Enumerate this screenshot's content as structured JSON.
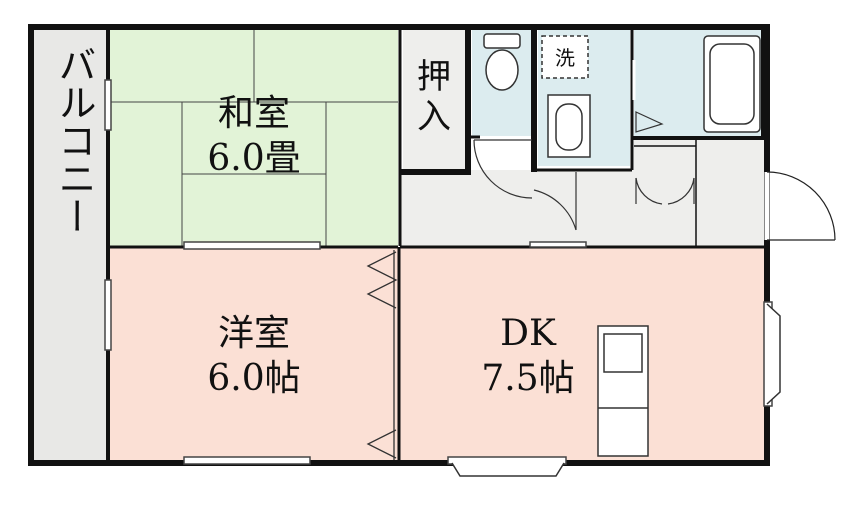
{
  "floorplan": {
    "rooms": [
      {
        "id": "washitsu",
        "name": "和室",
        "size": "6.0畳",
        "color": "#e2f3d7"
      },
      {
        "id": "youshitsu",
        "name": "洋室",
        "size": "6.0帖",
        "color": "#fbe0d5"
      },
      {
        "id": "dk",
        "name": "DK",
        "size": "7.5帖",
        "color": "#fbe0d5"
      }
    ],
    "balcony": {
      "label": "バルコニー",
      "color": "#e8e8e6"
    },
    "closet": {
      "label_1": "押",
      "label_2": "入"
    },
    "washer": {
      "label": "洗"
    },
    "colors": {
      "wall": "#111111",
      "wet_area": "#dcecef",
      "hall": "#eeeeec"
    }
  }
}
